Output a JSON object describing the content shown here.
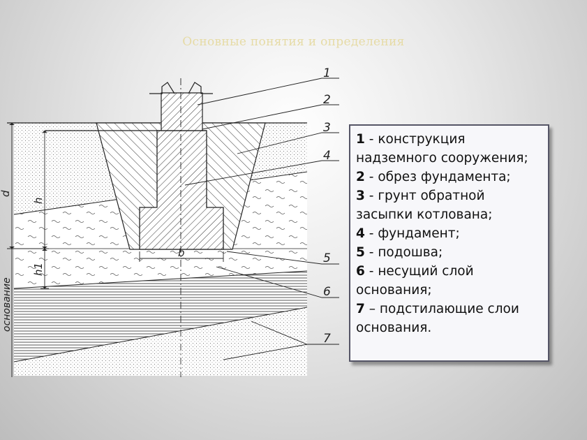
{
  "slide": {
    "title": "Основные понятия и определения"
  },
  "diagram": {
    "part_numbers": [
      "1",
      "2",
      "3",
      "4",
      "5",
      "6",
      "7"
    ],
    "dimension_labels": {
      "d": "d",
      "h": "h",
      "h1": "h1",
      "b": "b",
      "osnovanie": "основание"
    }
  },
  "legend": {
    "items": [
      {
        "num": "1",
        "lines": [
          "- конструкция",
          "надземного сооружения;"
        ]
      },
      {
        "num": "2",
        "lines": [
          "- обрез фундамента;"
        ]
      },
      {
        "num": "3",
        "lines": [
          "- грунт обратной",
          "засыпки котлована;"
        ]
      },
      {
        "num": "4",
        "lines": [
          "- фундамент;"
        ]
      },
      {
        "num": "5",
        "lines": [
          "- подошва;"
        ]
      },
      {
        "num": "6",
        "lines": [
          "- несущий слой",
          "основания;"
        ]
      },
      {
        "num": "7",
        "lines": [
          "– подстилающие слои",
          "основания."
        ]
      }
    ]
  },
  "colors": {
    "title": "#e6dba5",
    "line": "#222222",
    "legend_border": "#555566"
  }
}
